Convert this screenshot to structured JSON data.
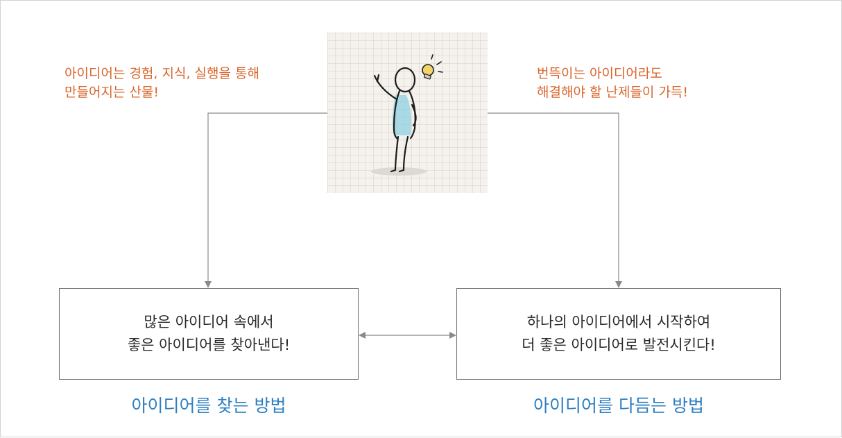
{
  "colors": {
    "note_text": "#d9652b",
    "caption_text": "#2f7fc1",
    "connector": "#8a8a8a",
    "box_border": "#6d6d6d",
    "figure_shirt": "#8fd0e0",
    "bulb": "#f3d36a"
  },
  "icons": {
    "illustration": "person-with-lightbulb-icon"
  },
  "notes": {
    "left": {
      "line1": "아이디어는 경험, 지식, 실행을 통해",
      "line2": "만들어지는 산물!"
    },
    "right": {
      "line1": "번뜩이는 아이디어라도",
      "line2": "해결해야 할 난제들이 가득!"
    }
  },
  "boxes": {
    "left": {
      "line1": "많은 아이디어 속에서",
      "line2": "좋은 아이디어를 찾아낸다!"
    },
    "right": {
      "line1": "하나의 아이디어에서 시작하여",
      "line2": "더 좋은 아이디어로 발전시킨다!"
    }
  },
  "captions": {
    "left": "아이디어를 찾는 방법",
    "right": "아이디어를 다듬는 방법"
  }
}
